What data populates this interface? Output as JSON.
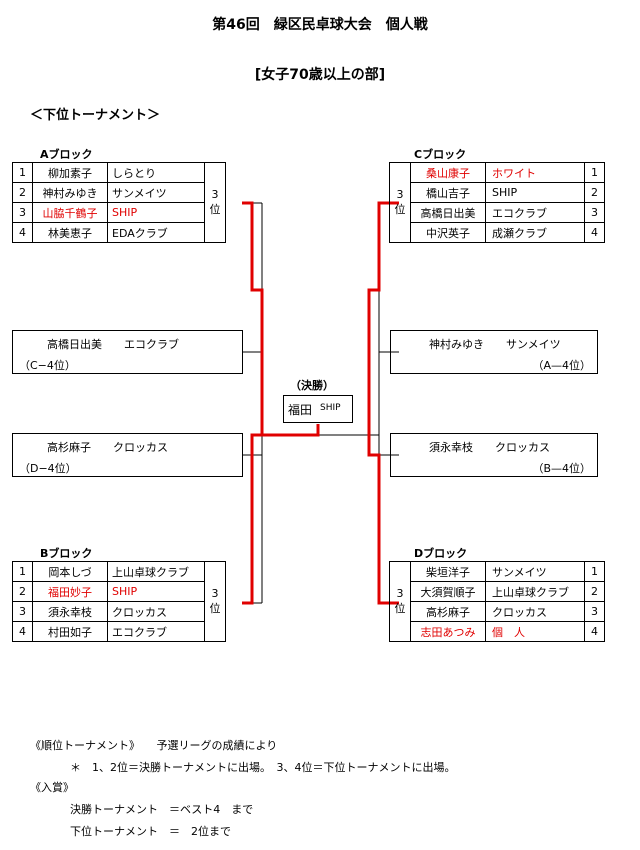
{
  "title": "第46回　緑区民卓球大会　個人戦",
  "subtitle": "[女子70歳以上の部]",
  "section_title": "＜下位トーナメント＞",
  "blocks": {
    "A": {
      "label": "Aブロック",
      "rank_label": "3\n位",
      "rows": [
        {
          "no": "1",
          "name": "柳加素子",
          "team": "しらとり"
        },
        {
          "no": "2",
          "name": "神村みゆき",
          "team": "サンメイツ"
        },
        {
          "no": "3",
          "name": "山脇千鶴子",
          "team": "SHIP"
        },
        {
          "no": "4",
          "name": "林美恵子",
          "team": "EDAクラブ"
        }
      ]
    },
    "B": {
      "label": "Bブロック",
      "rank_label": "3\n位",
      "rows": [
        {
          "no": "1",
          "name": "岡本しづ",
          "team": "上山卓球クラブ"
        },
        {
          "no": "2",
          "name": "福田妙子",
          "team": "SHIP"
        },
        {
          "no": "3",
          "name": "須永幸枝",
          "team": "クロッカス"
        },
        {
          "no": "4",
          "name": "村田如子",
          "team": "エコクラブ"
        }
      ]
    },
    "C": {
      "label": "Cブロック",
      "rank_label": "3\n位",
      "rows": [
        {
          "no": "1",
          "name": "桑山康子",
          "team": "ホワイト"
        },
        {
          "no": "2",
          "name": "橋山吉子",
          "team": "SHIP"
        },
        {
          "no": "3",
          "name": "高橋日出美",
          "team": "エコクラブ"
        },
        {
          "no": "4",
          "name": "中沢英子",
          "team": "成瀬クラブ"
        }
      ]
    },
    "D": {
      "label": "Dブロック",
      "rank_label": "3\n位",
      "rows": [
        {
          "no": "1",
          "name": "柴垣洋子",
          "team": "サンメイツ"
        },
        {
          "no": "2",
          "name": "大須賀順子",
          "team": "上山卓球クラブ"
        },
        {
          "no": "3",
          "name": "高杉麻子",
          "team": "クロッカス"
        },
        {
          "no": "4",
          "name": "志田あつみ",
          "team": "個　人"
        }
      ]
    }
  },
  "seeds": {
    "left_upper": {
      "entry": "高橋日出美　　エコクラブ",
      "note": "（C−4位）"
    },
    "left_lower": {
      "entry": "高杉麻子　　クロッカス",
      "note": "（D−4位）"
    },
    "right_upper": {
      "entry": "神村みゆき　　サンメイツ",
      "note": "（A—4位）"
    },
    "right_lower": {
      "entry": "須永幸枝　　クロッカス",
      "note": "（B—4位）"
    }
  },
  "final": {
    "label": "（決勝）",
    "name": "福田",
    "team": "SHIP"
  },
  "notes": {
    "line1": "《順位トーナメント》　　予選リーグの成績により",
    "line2": "＊　1、2位＝決勝トーナメントに出場。　3、4位＝下位トーナメントに出場。",
    "line3": "《入賞》",
    "line4": "決勝トーナメント　＝ベスト4　まで",
    "line5": "下位トーナメント　＝　2位まで"
  },
  "colors": {
    "winner_line": "#e00000",
    "winner_text": "#e00000",
    "line": "#000000"
  }
}
